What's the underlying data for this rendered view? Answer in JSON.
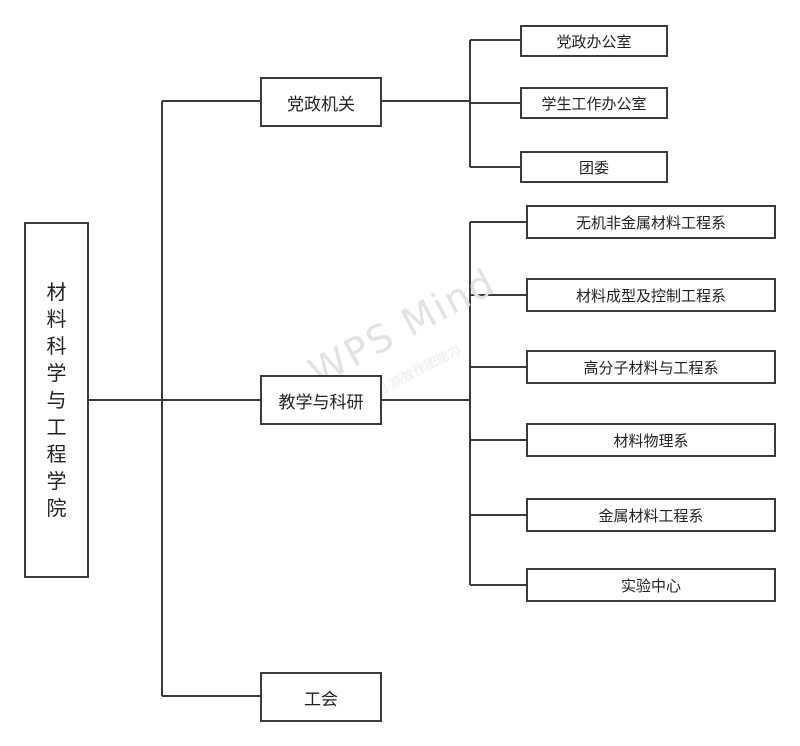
{
  "root": {
    "chars": [
      "材",
      "料",
      "科",
      "学",
      "与",
      "工",
      "程",
      "学",
      "院"
    ]
  },
  "departments": {
    "admin": {
      "label": "党政机关",
      "children": [
        "党政办公室",
        "学生工作办公室",
        "团委"
      ]
    },
    "teaching": {
      "label": "教学与科研",
      "children": [
        "无机非金属材料工程系",
        "材料成型及控制工程系",
        "高分子材料与工程系",
        "材料物理系",
        "金属材料工程系",
        "实验中心"
      ]
    },
    "union": {
      "label": "工会"
    }
  },
  "watermark": {
    "text": "WPS Mind",
    "subtext": "WPS脑图 高效作图能力"
  },
  "colors": {
    "line": "#3a3a3a",
    "border": "#3a3a3a",
    "background": "#ffffff"
  }
}
